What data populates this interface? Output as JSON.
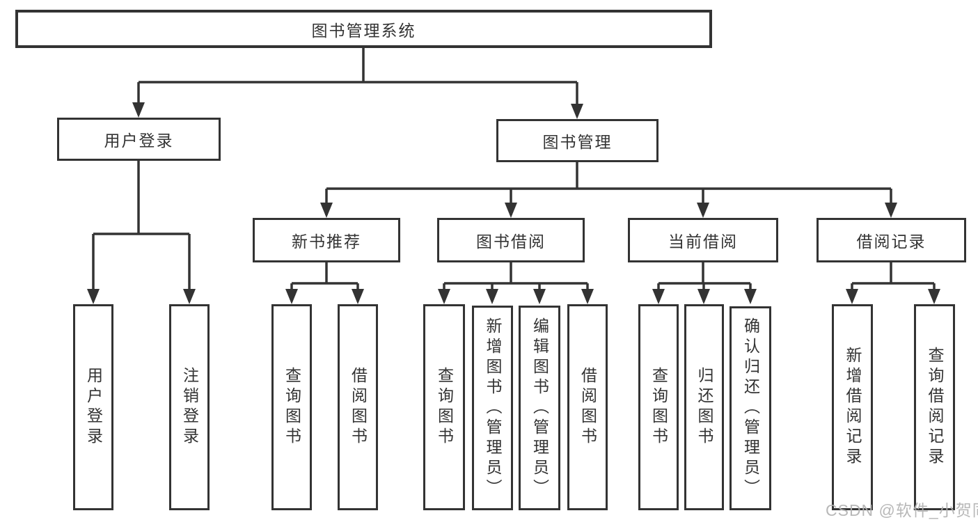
{
  "diagram_title": "图书管理系统",
  "tree": {
    "label": "图书管理系统",
    "children": [
      {
        "label": "用户登录",
        "children": [
          {
            "label": "用户登录"
          },
          {
            "label": "注销登录"
          }
        ]
      },
      {
        "label": "图书管理",
        "children": [
          {
            "label": "新书推荐",
            "children": [
              {
                "label": "查询图书"
              },
              {
                "label": "借阅图书"
              }
            ]
          },
          {
            "label": "图书借阅",
            "children": [
              {
                "label": "查询图书"
              },
              {
                "label": "新增图书（管理员）"
              },
              {
                "label": "编辑图书（管理员）"
              },
              {
                "label": "借阅图书"
              }
            ]
          },
          {
            "label": "当前借阅",
            "children": [
              {
                "label": "查询图书"
              },
              {
                "label": "归还图书"
              },
              {
                "label": "确认归还（管理员）"
              }
            ]
          },
          {
            "label": "借阅记录",
            "children": [
              {
                "label": "新增借阅记录"
              },
              {
                "label": "查询借阅记录"
              }
            ]
          }
        ]
      }
    ]
  },
  "watermark": "CSDN @软件_小贺同学",
  "colors": {
    "line": "#333333",
    "box_border": "#333333",
    "text": "#333333",
    "watermark": "#b2b2b2",
    "background": "#ffffff"
  }
}
